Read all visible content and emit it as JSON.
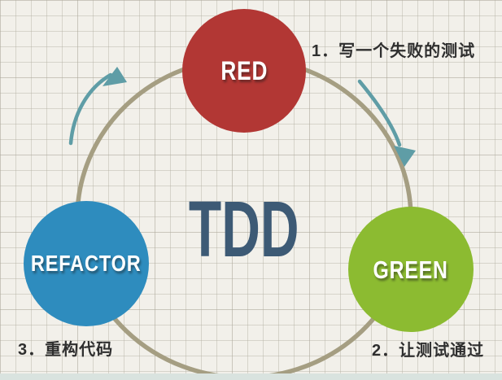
{
  "diagram": {
    "center_label": "TDD",
    "center_label_color": "#3D5A75",
    "ring_color": "#A59E82",
    "arrow_color": "#5F9DA6",
    "background_paper_color": "#F2F0EA",
    "footer_strip_color": "#D9E3DF",
    "nodes": [
      {
        "id": "red",
        "label": "RED",
        "color": "#B23734",
        "annotation": "1．写一个失败的测试"
      },
      {
        "id": "green",
        "label": "GREEN",
        "color": "#8CBB31",
        "annotation": "2．让测试通过"
      },
      {
        "id": "refactor",
        "label": "REFACTOR",
        "color": "#2E8CBE",
        "annotation": "3．重构代码"
      }
    ]
  }
}
